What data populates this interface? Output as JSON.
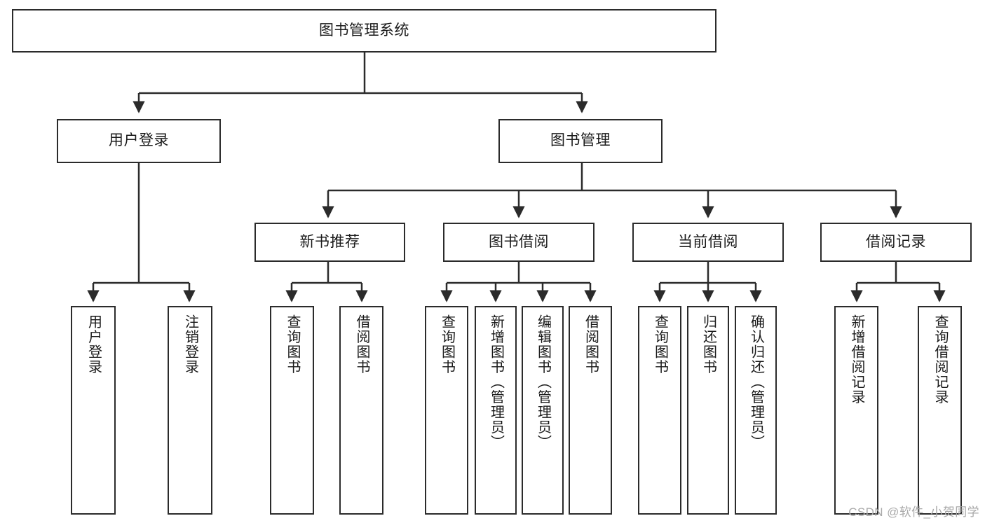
{
  "diagram": {
    "title": "图书管理系统",
    "type": "tree-hierarchy-chart",
    "root": {
      "id": "root",
      "label": "图书管理系统"
    },
    "level2": [
      {
        "id": "user-login",
        "label": "用户登录"
      },
      {
        "id": "book-manage",
        "label": "图书管理"
      }
    ],
    "level3": [
      {
        "id": "new-book-rec",
        "label": "新书推荐",
        "parent": "book-manage"
      },
      {
        "id": "book-borrow",
        "label": "图书借阅",
        "parent": "book-manage"
      },
      {
        "id": "current-borrow",
        "label": "当前借阅",
        "parent": "book-manage"
      },
      {
        "id": "borrow-record",
        "label": "借阅记录",
        "parent": "book-manage"
      }
    ],
    "leaves": {
      "user_login": [
        {
          "id": "leaf-user-login",
          "label": "用户登录"
        },
        {
          "id": "leaf-user-logout",
          "label": "注销登录"
        }
      ],
      "new_book_rec": [
        {
          "id": "leaf-query-book-1",
          "label": "查询图书"
        },
        {
          "id": "leaf-borrow-book-1",
          "label": "借阅图书"
        }
      ],
      "book_borrow": [
        {
          "id": "leaf-query-book-2",
          "label": "查询图书"
        },
        {
          "id": "leaf-add-book",
          "label": "新增图书（管理员）"
        },
        {
          "id": "leaf-edit-book",
          "label": "编辑图书（管理员）"
        },
        {
          "id": "leaf-borrow-book-2",
          "label": "借阅图书"
        }
      ],
      "current_borrow": [
        {
          "id": "leaf-query-book-3",
          "label": "查询图书"
        },
        {
          "id": "leaf-return-book",
          "label": "归还图书"
        },
        {
          "id": "leaf-confirm-return",
          "label": "确认归还（管理员）"
        }
      ],
      "borrow_record": [
        {
          "id": "leaf-add-record",
          "label": "新增借阅记录"
        },
        {
          "id": "leaf-query-record",
          "label": "查询借阅记录"
        }
      ]
    }
  },
  "watermark": {
    "text": "CSDN @软件_小贺同学"
  },
  "colors": {
    "border": "#2b2b2b",
    "background": "#ffffff",
    "text": "#1a1a1a",
    "watermark": "#a9a9a9"
  }
}
